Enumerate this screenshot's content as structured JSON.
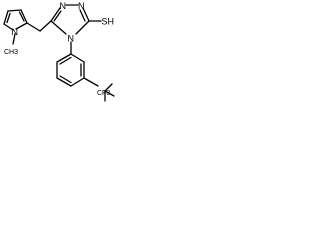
{
  "molecule": {
    "labels": {
      "pyrrole_n": "N",
      "methyl": "CH3",
      "triazole_n1": "N",
      "triazole_n2": "N",
      "triazole_n4": "N",
      "thiol": "SH",
      "trifluoromethyl": "CF3"
    }
  }
}
